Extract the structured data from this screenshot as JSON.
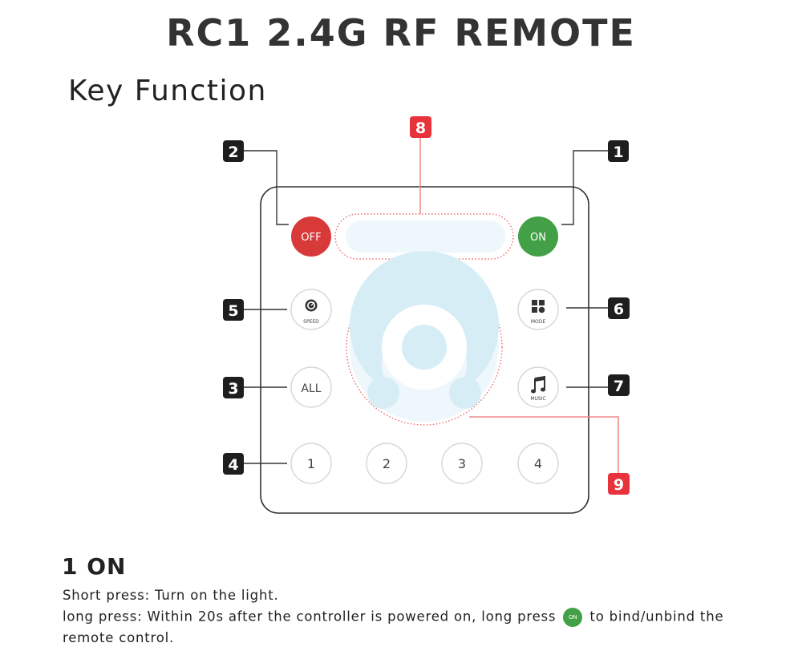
{
  "header": {
    "title": "RC1 2.4G RF REMOTE",
    "subtitle": "Key Function"
  },
  "remote": {
    "off_button": "OFF",
    "on_button": "ON",
    "speed_button": "SPEED",
    "mode_button": "MODE",
    "all_button": "ALL",
    "music_button": "MUSIC",
    "zone_buttons": [
      "1",
      "2",
      "3",
      "4"
    ]
  },
  "callouts": {
    "badge_1": "1",
    "badge_2": "2",
    "badge_3": "3",
    "badge_4": "4",
    "badge_5": "5",
    "badge_6": "6",
    "badge_7": "7",
    "badge_8": "8",
    "badge_9": "9"
  },
  "colors": {
    "off_red": "#d83a3a",
    "on_green": "#43a047",
    "callout_dark": "#1e1e1e",
    "callout_red": "#e8323c",
    "wheel_blue": "#d6edf6"
  },
  "section": {
    "title": "1 ON",
    "line1": "Short press: Turn on the light.",
    "line2_before": "long press: Within 20s after the controller is powered on, long press",
    "inline_icon_label": "ON",
    "line2_after": "to bind/unbind the",
    "line3": "remote control."
  }
}
